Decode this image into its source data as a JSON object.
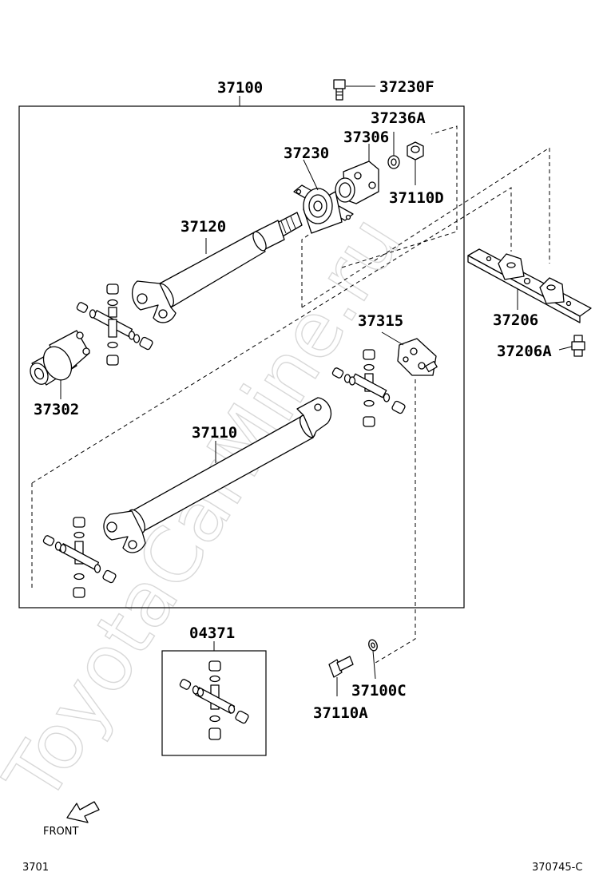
{
  "watermark": "ToyotaCarMine.ru",
  "labels": {
    "p37100": "37100",
    "p37230F": "37230F",
    "p37236A": "37236A",
    "p37306": "37306",
    "p37230": "37230",
    "p37110D": "37110D",
    "p37120": "37120",
    "p37206": "37206",
    "p37206A": "37206A",
    "p37315": "37315",
    "p37302": "37302",
    "p37110": "37110",
    "p04371": "04371",
    "p37100C": "37100C",
    "p37110A": "37110A"
  },
  "front_label": "FRONT",
  "footer": {
    "left_code": "3701",
    "right_code": "370745-C"
  }
}
